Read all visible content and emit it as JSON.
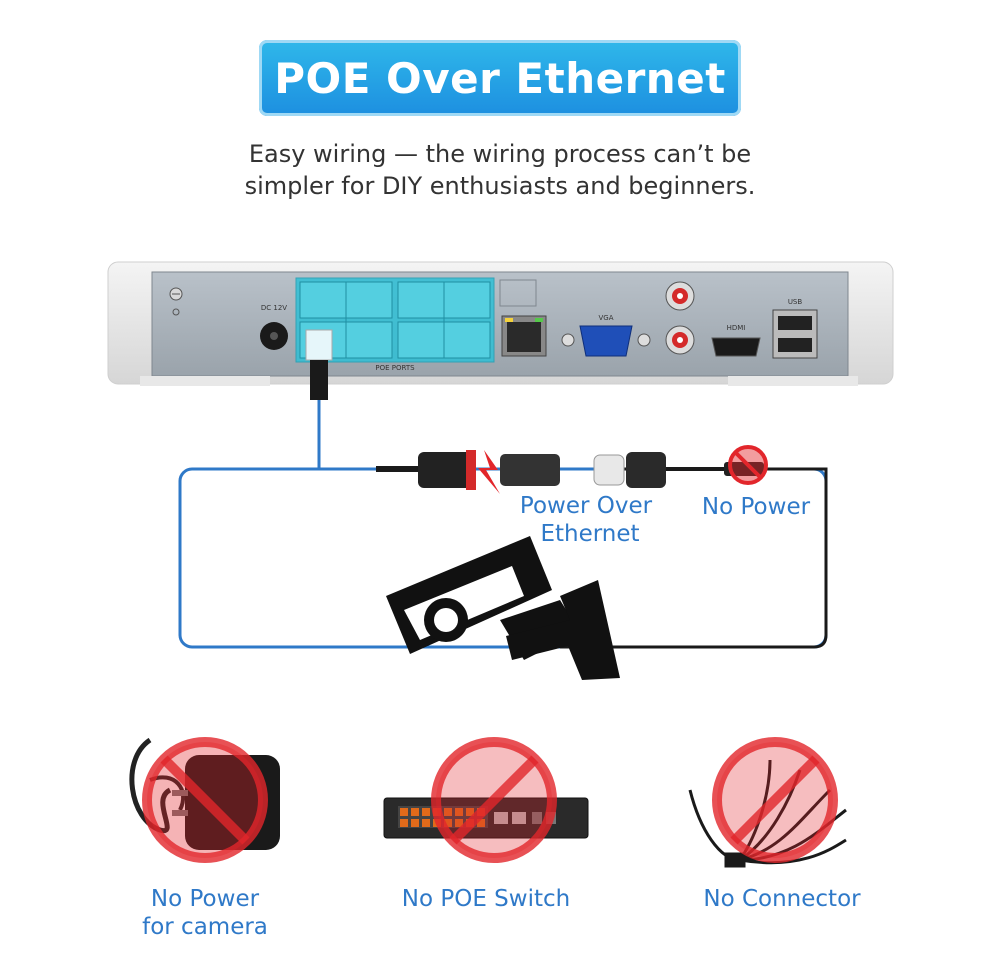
{
  "header": {
    "title": "POE Over Ethernet",
    "subtitle_line1": "Easy wiring — the wiring process can’t be",
    "subtitle_line2": "simpler for DIY enthusiasts and beginners."
  },
  "nvr_panel": {
    "dc_label": "DC 12V",
    "poe_label": "POE PORTS",
    "vga_label": "VGA",
    "hdmi_label": "HDMI",
    "usb_label": "USB"
  },
  "diagram": {
    "power_over_ethernet_line1": "Power Over",
    "power_over_ethernet_line2": "Ethernet",
    "no_power": "No Power"
  },
  "items": [
    {
      "label_line1": "No Power",
      "label_line2": "for camera",
      "icon": "power-adapter-icon"
    },
    {
      "label_line1": "No POE Switch",
      "label_line2": "",
      "icon": "poe-switch-icon"
    },
    {
      "label_line1": "No Connector",
      "label_line2": "",
      "icon": "splitter-cable-icon"
    }
  ],
  "colors": {
    "accent_blue": "#1d8fe0",
    "label_blue": "#2f79c8",
    "prohibit_red": "#e2262b",
    "poe_port_teal": "#2fc0d6"
  }
}
